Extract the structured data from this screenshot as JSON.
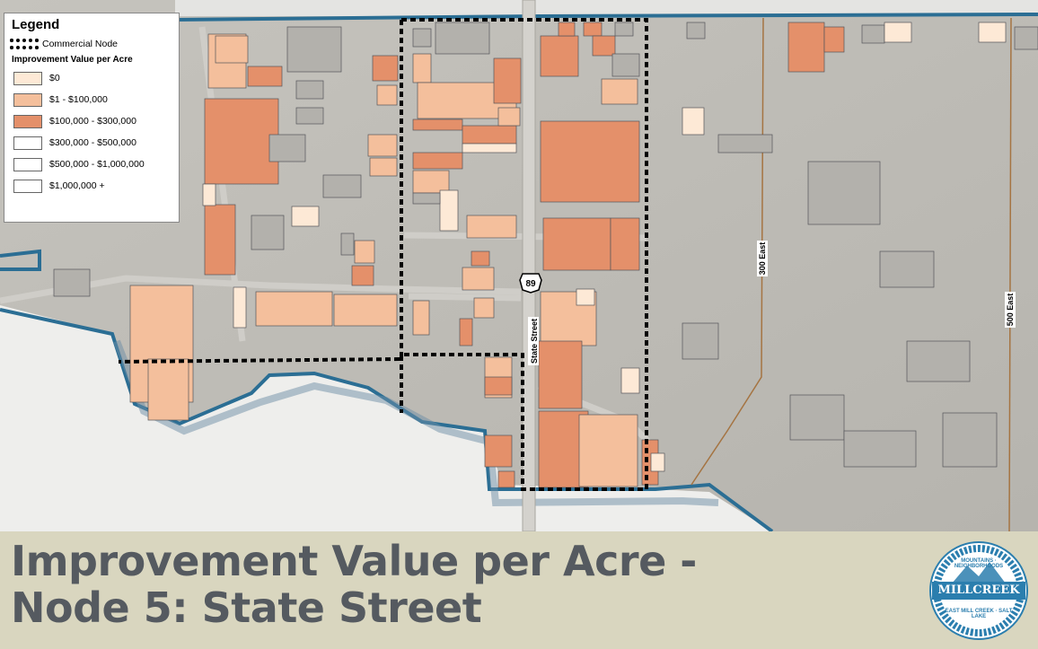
{
  "legend": {
    "title": "Legend",
    "node_label": "Commercial Node",
    "subtitle": "Improvement Value per Acre",
    "items": [
      {
        "label": "$0",
        "color": "#fde9d6"
      },
      {
        "label": "$1 - $100,000",
        "color": "#f4bf9c"
      },
      {
        "label": "$100,000 - $300,000",
        "color": "#e4906a"
      },
      {
        "label": "$300,000 - $500,000",
        "color": "#ffffff"
      },
      {
        "label": "$500,000 - $1,000,000",
        "color": "#ffffff"
      },
      {
        "label": "$1,000,000 +",
        "color": "#ffffff"
      }
    ]
  },
  "map": {
    "roads": {
      "state_street": "State Street",
      "east_300": "300 East",
      "east_500": "500 East",
      "route_shield": "89"
    },
    "colors": {
      "background": "#bcbab4",
      "parcel": "#b3b1ac",
      "parcel_stroke": "#55555a",
      "boundary": "#2b6e94",
      "white_area": "#efefef"
    }
  },
  "title": {
    "line1": "Improvement Value per Acre -",
    "line2": "Node 5: State Street",
    "color": "#555a60"
  },
  "logo": {
    "name": "MILLCREEK",
    "top_text": "MOUNTAINS · NEIGHBORHOODS",
    "bottom_text": "EAST MILL CREEK · SALT LAKE",
    "color": "#2b7eae"
  }
}
